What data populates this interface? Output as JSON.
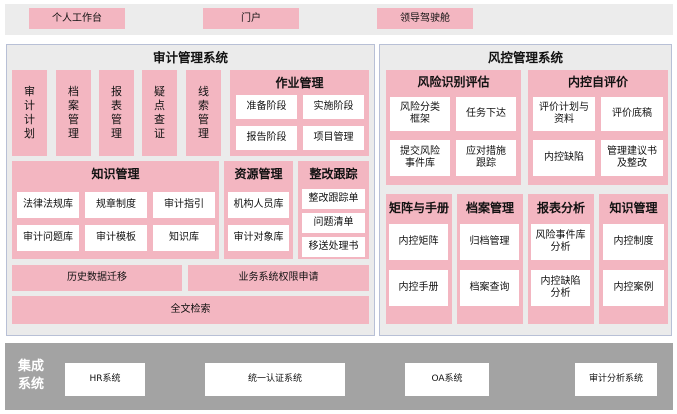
{
  "top_nav": {
    "personal": "个人工作台",
    "portal": "门户",
    "cockpit": "领导驾驶舱"
  },
  "audit": {
    "title": "审计管理系统",
    "vertical_items": [
      "审计计划",
      "档案管理",
      "报表管理",
      "疑点查证",
      "线索管理"
    ],
    "work": {
      "title": "作业管理",
      "items": [
        "准备阶段",
        "实施阶段",
        "报告阶段",
        "项目管理"
      ]
    },
    "knowledge": {
      "title": "知识管理",
      "items": [
        "法律法规库",
        "规章制度",
        "审计指引",
        "审计问题库",
        "审计模板",
        "知识库"
      ]
    },
    "resource": {
      "title": "资源管理",
      "items": [
        "机构人员库",
        "审计对象库"
      ]
    },
    "rectify": {
      "title": "整改跟踪",
      "items": [
        "整改跟踪单",
        "问题清单",
        "移送处理书"
      ]
    },
    "history": "历史数据迁移",
    "permission": "业务系统权限申请",
    "search": "全文检索"
  },
  "risk": {
    "title": "风控管理系统",
    "identify": {
      "title": "风险识别评估",
      "items": [
        "风险分类框架",
        "任务下达",
        "提交风险事件库",
        "应对措施跟踪"
      ]
    },
    "selfeval": {
      "title": "内控自评价",
      "items": [
        "评价计划与资料",
        "评价底稿",
        "内控缺陷",
        "管理建议书及整改"
      ]
    },
    "matrix": {
      "title": "矩阵与手册",
      "items": [
        "内控矩阵",
        "内控手册"
      ]
    },
    "archive": {
      "title": "档案管理",
      "items": [
        "归档管理",
        "档案查询"
      ]
    },
    "report": {
      "title": "报表分析",
      "items": [
        "风险事件库分析",
        "内控缺陷分析"
      ]
    },
    "knowledge": {
      "title": "知识管理",
      "items": [
        "内控制度",
        "内控案例"
      ]
    }
  },
  "integration": {
    "label": "集成系统",
    "systems": [
      "HR系统",
      "统一认证系统",
      "OA系统",
      "审计分析系统"
    ]
  }
}
